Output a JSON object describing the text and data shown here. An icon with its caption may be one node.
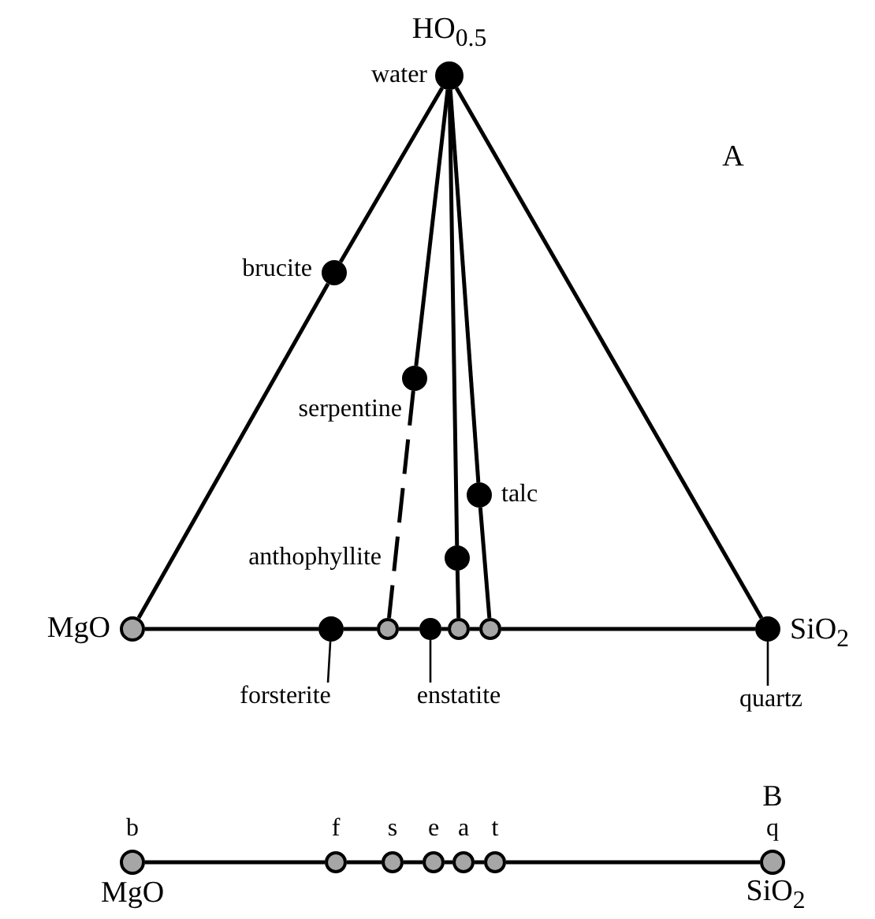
{
  "diagram": {
    "nodes": [
      {
        "text": [],
        "shape": "circle",
        "beside": [
          "HO$_{0.5}$",
          "water"
        ]
      },
      {
        "text": [],
        "shape": "circle",
        "beside": [
          "brucite"
        ]
      },
      {
        "text": [],
        "shape": "circle",
        "beside": [
          "serpentine"
        ]
      },
      {
        "text": [],
        "shape": "circle",
        "beside": [
          "talc"
        ]
      },
      {
        "text": [],
        "shape": "circle",
        "beside": [
          "anthophyllite"
        ]
      },
      {
        "text": [],
        "shape": "circle",
        "beside": [
          "MgO"
        ]
      },
      {
        "text": [],
        "shape": "circle"
      },
      {
        "text": [],
        "shape": "circle"
      },
      {
        "text": [],
        "shape": "circle"
      },
      {
        "text": [],
        "shape": "circle"
      },
      {
        "text": [],
        "shape": "circle"
      },
      {
        "text": [],
        "shape": "circle",
        "beside": [
          "SiO$_{2}$"
        ]
      },
      {
        "text": [
          "forsterite"
        ]
      },
      {
        "text": [
          "enstatite"
        ]
      },
      {
        "text": [
          "quartz"
        ]
      },
      {
        "text": [],
        "shape": "circle",
        "beside": [
          "b",
          "MgO"
        ]
      },
      {
        "text": [],
        "shape": "circle",
        "beside": [
          "f"
        ]
      },
      {
        "text": [],
        "shape": "circle",
        "beside": [
          "s"
        ]
      },
      {
        "text": [],
        "shape": "circle",
        "beside": [
          "e"
        ]
      },
      {
        "text": [],
        "shape": "circle",
        "beside": [
          "a"
        ]
      },
      {
        "text": [],
        "shape": "circle",
        "beside": [
          "t"
        ]
      },
      {
        "text": [],
        "shape": "circle",
        "beside": [
          "q",
          "SiO$_{2}$"
        ]
      }
    ],
    "edges": [
      {
        "from": 0,
        "to": 1,
        "arrow": "none"
      },
      {
        "from": 1,
        "to": 5,
        "arrow": "none"
      },
      {
        "from": 0,
        "to": 11,
        "arrow": "none"
      },
      {
        "from": 0,
        "to": 2,
        "arrow": "none"
      },
      {
        "from": 2,
        "to": 7,
        "arrow": "none",
        "style": "dashed"
      },
      {
        "from": 0,
        "to": 4,
        "arrow": "none"
      },
      {
        "from": 4,
        "to": 9,
        "arrow": "none"
      },
      {
        "from": 0,
        "to": 3,
        "arrow": "none"
      },
      {
        "from": 3,
        "to": 10,
        "arrow": "none"
      },
      {
        "from": 5,
        "to": 6,
        "arrow": "none"
      },
      {
        "from": 6,
        "to": 7,
        "arrow": "none"
      },
      {
        "from": 7,
        "to": 8,
        "arrow": "none"
      },
      {
        "from": 8,
        "to": 9,
        "arrow": "none"
      },
      {
        "from": 9,
        "to": 10,
        "arrow": "none"
      },
      {
        "from": 10,
        "to": 11,
        "arrow": "none"
      },
      {
        "from": 12,
        "to": 6,
        "arrow": "none"
      },
      {
        "from": 13,
        "to": 8,
        "arrow": "none"
      },
      {
        "from": 14,
        "to": 11,
        "arrow": "none"
      },
      {
        "from": 15,
        "to": 16,
        "arrow": "none"
      },
      {
        "from": 16,
        "to": 17,
        "arrow": "none"
      },
      {
        "from": 17,
        "to": 18,
        "arrow": "none"
      },
      {
        "from": 18,
        "to": 19,
        "arrow": "none"
      },
      {
        "from": 19,
        "to": 20,
        "arrow": "none"
      },
      {
        "from": 20,
        "to": 21,
        "arrow": "none"
      }
    ],
    "labels": [
      "A",
      "B"
    ]
  }
}
